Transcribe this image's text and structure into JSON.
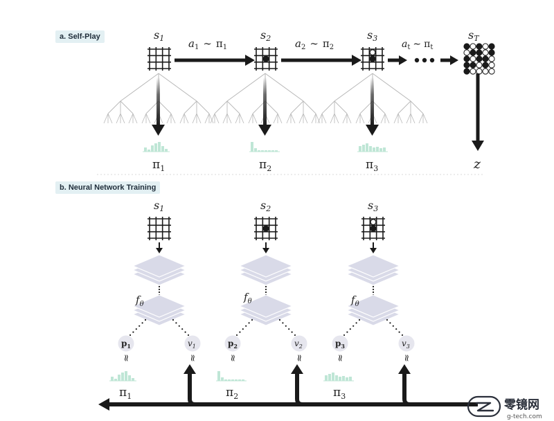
{
  "panel_a": {
    "label": "a. Self-Play",
    "states": [
      "s",
      "s",
      "s",
      "s"
    ],
    "state_subs": [
      "1",
      "2",
      "3",
      "T"
    ],
    "actions": [
      {
        "a": "a",
        "a_sub": "1",
        "pi_sub": "1"
      },
      {
        "a": "a",
        "a_sub": "2",
        "pi_sub": "2"
      },
      {
        "a": "a",
        "a_sub": "t",
        "pi_sub": "t"
      }
    ],
    "tilde": "∼",
    "pi": "π",
    "policy_subs": [
      "1",
      "2",
      "3"
    ],
    "outcome": "z"
  },
  "panel_b": {
    "label": "b. Neural Network Training",
    "states": [
      "s",
      "s",
      "s"
    ],
    "state_subs": [
      "1",
      "2",
      "3"
    ],
    "network": "f",
    "network_sub": "θ",
    "p_label": "p",
    "v_label": "v",
    "sub_indices": [
      "1",
      "2",
      "3"
    ],
    "approx": "≈",
    "pi": "π"
  },
  "watermark": {
    "name": "零镜网",
    "site": "g-tech.com"
  },
  "colors": {
    "ink": "#1a1a1a",
    "panel_label_bg": "#e3f0f3",
    "histogram": "#bfe6d6",
    "network_layer": "#d9dae8",
    "output_node": "#e6e6ee",
    "tree": "#b8b8b8"
  }
}
